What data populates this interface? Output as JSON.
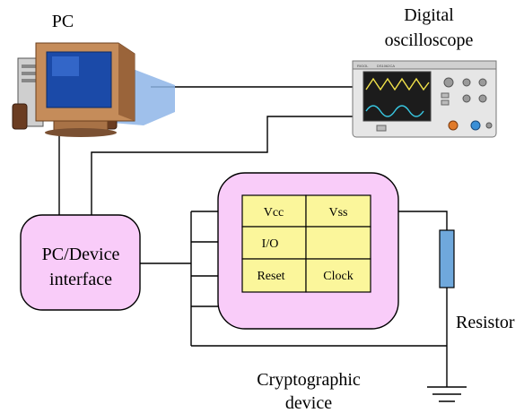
{
  "labels": {
    "pc": "PC",
    "scope_line1": "Digital",
    "scope_line2": "oscilloscope",
    "interface_line1": "PC/Device",
    "interface_line2": "interface",
    "resistor": "Resistor",
    "device_line1": "Cryptographic",
    "device_line2": "device"
  },
  "pins": {
    "vcc": "Vcc",
    "vss": "Vss",
    "io": "I/O",
    "empty": "",
    "reset": "Reset",
    "clock": "Clock"
  },
  "scope_brand": "RIGOL",
  "scope_model": "DS1062CA",
  "colors": {
    "device_fill": "#f9ccf9",
    "interface_fill": "#f9ccf9",
    "pin_fill": "#fbf69b",
    "resistor_fill": "#6fa8dc",
    "line": "#000000"
  }
}
